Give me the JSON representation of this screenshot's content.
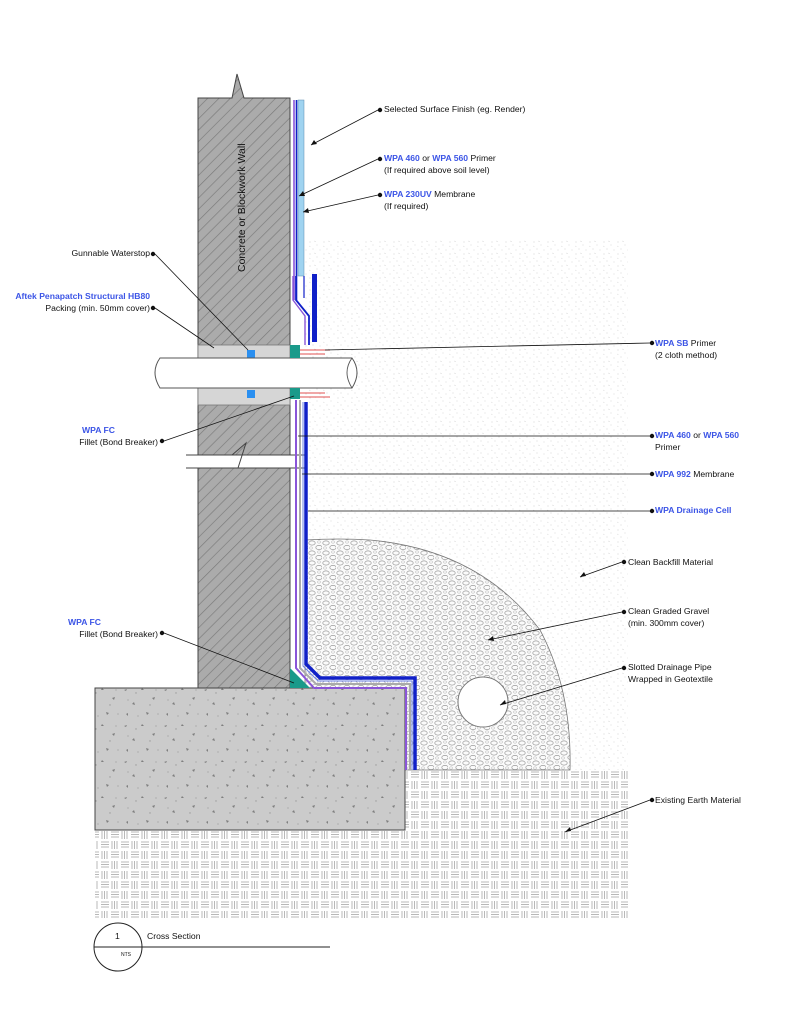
{
  "wall_label": "Concrete or Blockwork Wall",
  "labels": {
    "surface_finish": "Selected Surface Finish (eg. Render)",
    "primer_top": {
      "p1": "WPA 460",
      "or": " or ",
      "p2": "WPA 560",
      "rest": " Primer",
      "line2": "(If required above soil level)"
    },
    "membrane_top": {
      "p1": "WPA 230UV",
      "rest": " Membrane",
      "line2": "(If required)"
    },
    "waterstop": "Gunnable Waterstop",
    "packing": {
      "p1": "Aftek Penapatch Structural HB80",
      "line2": "Packing (min. 50mm cover)"
    },
    "sb_primer": {
      "p1": "WPA SB",
      "rest": " Primer",
      "line2": "(2 cloth method)"
    },
    "fillet_1": {
      "p1": "WPA FC",
      "line2": "Fillet (Bond Breaker)"
    },
    "primer_mid": {
      "p1": "WPA 460",
      "or": " or ",
      "p2": "WPA 560",
      "line2": "Primer"
    },
    "membrane_992": {
      "p1": "WPA 992",
      "rest": " Membrane"
    },
    "drainage_cell": {
      "p1": "WPA Drainage Cell"
    },
    "backfill": "Clean Backfill Material",
    "gravel": {
      "line1": "Clean Graded Gravel",
      "line2": "(min. 300mm cover)"
    },
    "pipe": {
      "line1": "Slotted Drainage Pipe",
      "line2": "Wrapped in Geotextile"
    },
    "fillet_2": {
      "p1": "WPA FC",
      "line2": "Fillet (Bond Breaker)"
    },
    "earth": "Existing Earth Material"
  },
  "title_block": {
    "number": "1",
    "title": "Cross Section",
    "scale": "NTS"
  },
  "colors": {
    "primer_blue": "#3c55e6",
    "membrane_blue": "#1020c8",
    "purple_layer": "#8a55d8",
    "render_cyan": "#9fd3f0",
    "waterstop_blue": "#2a8ff0",
    "fillet_teal": "#1a9a8a",
    "wall_gray": "#a9a9a9",
    "footing_gray": "#c9c9c9"
  }
}
